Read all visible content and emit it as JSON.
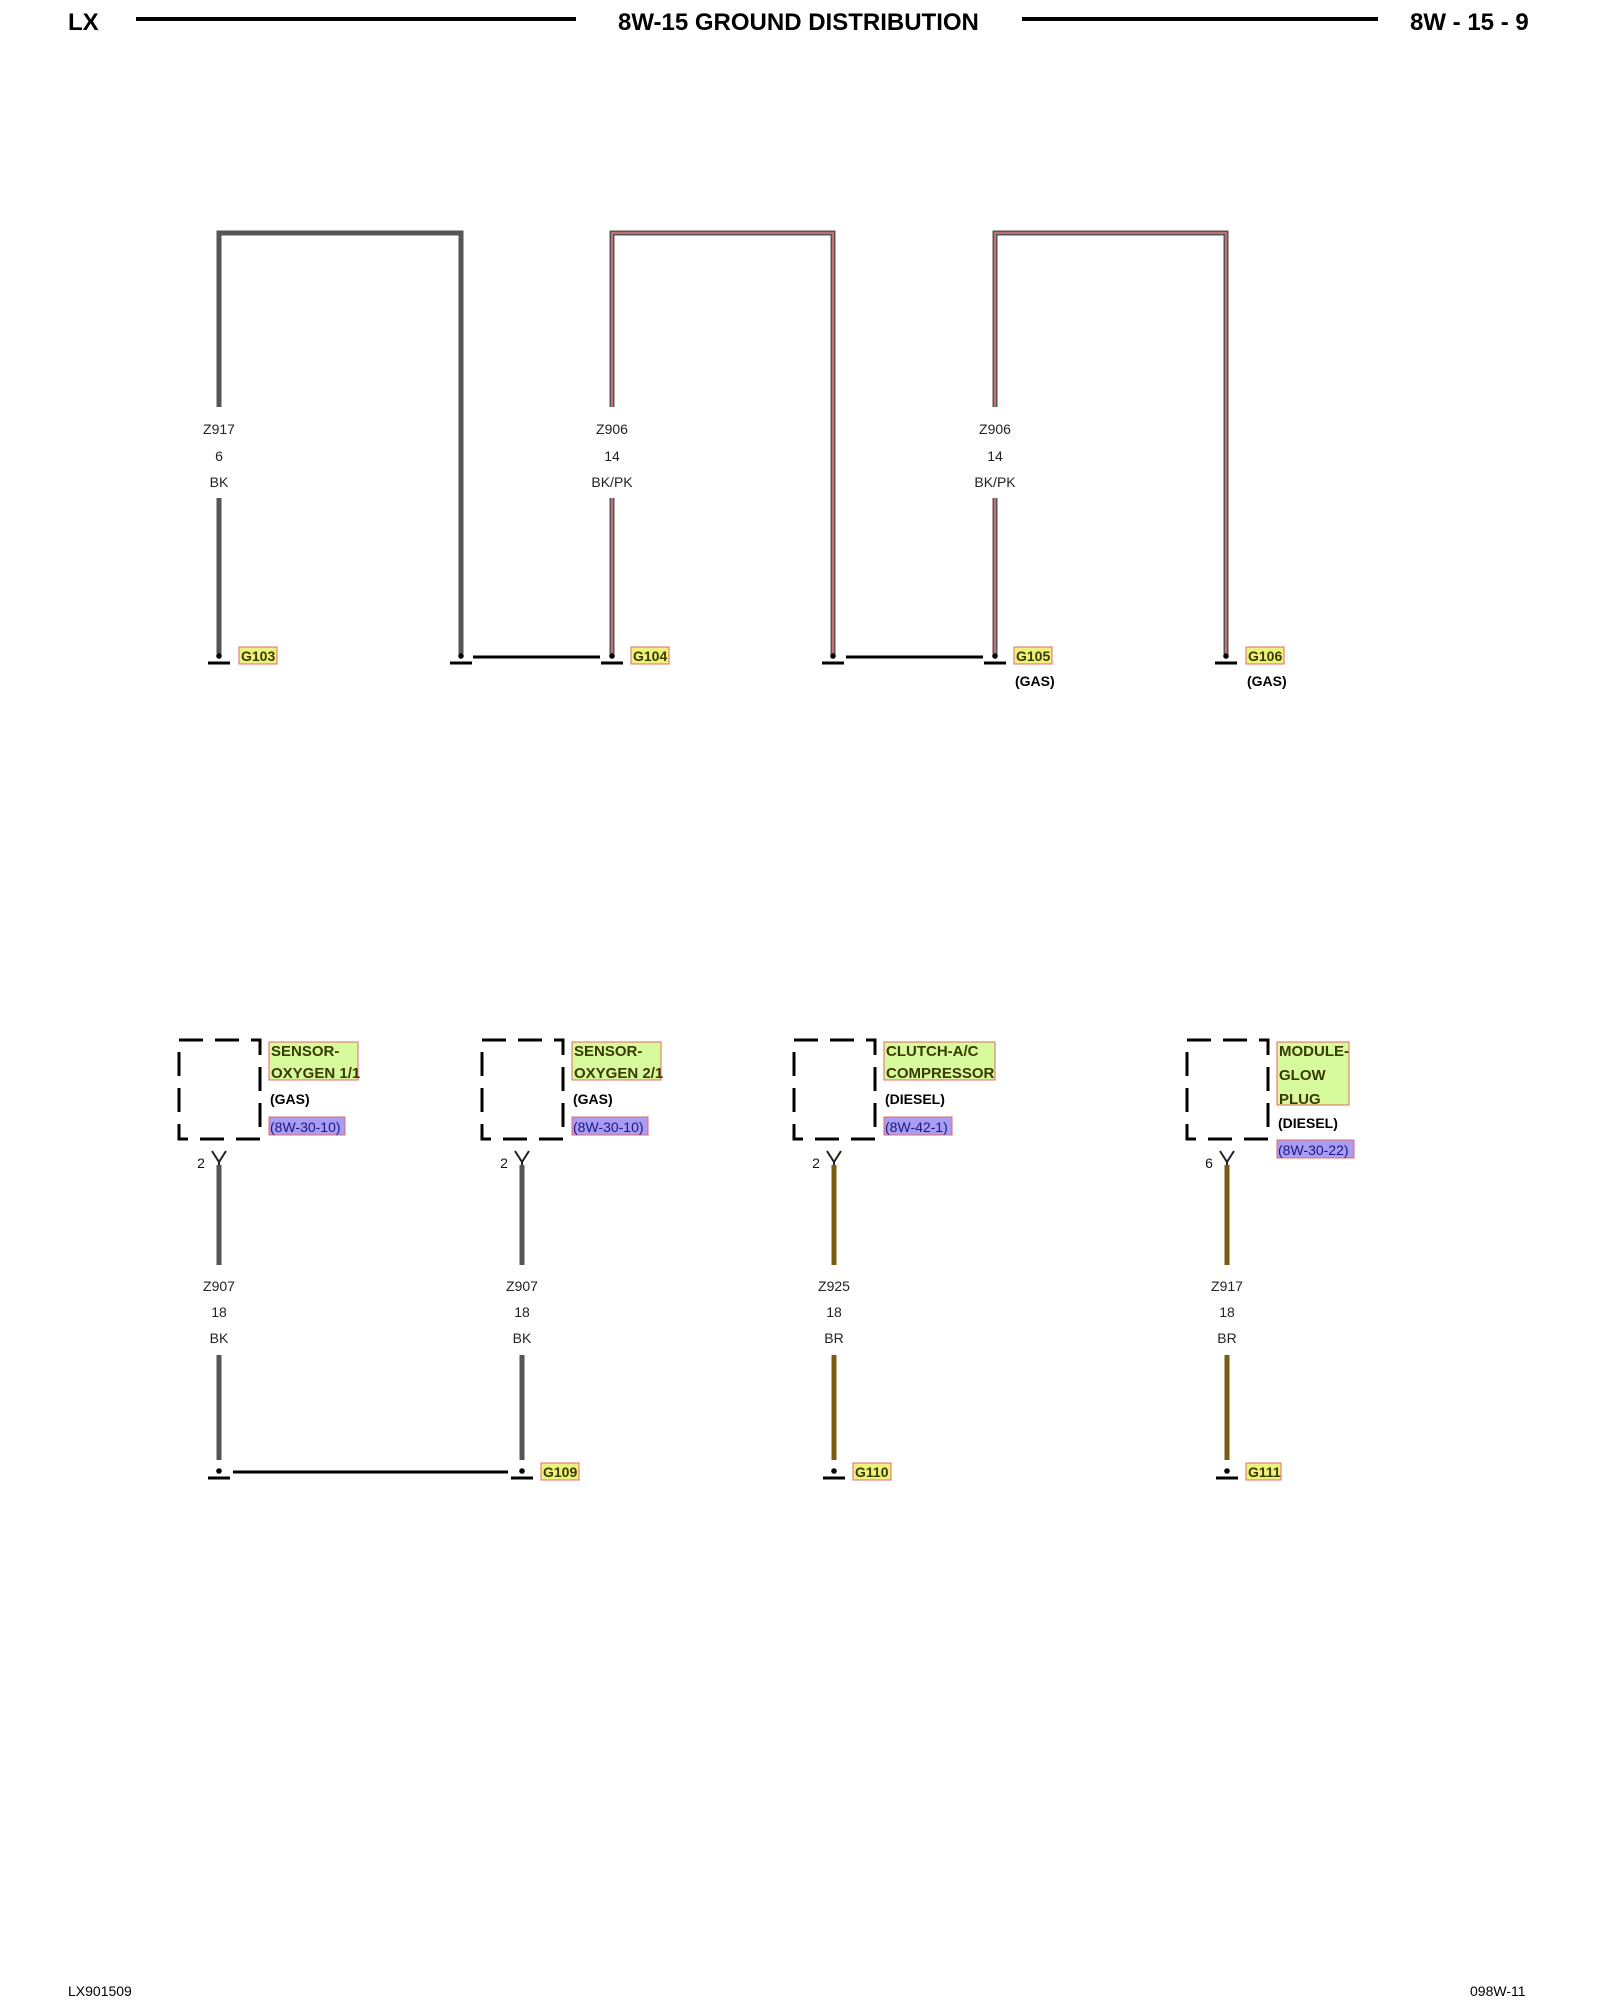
{
  "header": {
    "left": "LX",
    "title": "8W-15 GROUND DISTRIBUTION",
    "right": "8W - 15 - 9"
  },
  "footer": {
    "left": "LX901509",
    "right": "098W-11"
  },
  "colors": {
    "black_wire": "#555555",
    "pink_stripe": "#e4777e",
    "brown_wire": "#7a5c10",
    "ground_label_bg": "#eef27a",
    "connector_label_bg": "#d6fa9c",
    "reference_bg": "#a89cf3",
    "label_border": "#e36a6a"
  },
  "top": {
    "wires": [
      {
        "circuit": "Z917",
        "gauge": "6",
        "color": "BK"
      },
      {
        "circuit": "Z906",
        "gauge": "14",
        "color": "BK/PK"
      },
      {
        "circuit": "Z906",
        "gauge": "14",
        "color": "BK/PK"
      }
    ],
    "grounds": [
      {
        "id": "G103",
        "note": ""
      },
      {
        "id": "G104",
        "note": ""
      },
      {
        "id": "G105",
        "note": "(GAS)"
      },
      {
        "id": "G106",
        "note": "(GAS)"
      }
    ]
  },
  "bottom": {
    "components": [
      {
        "name_lines": [
          "SENSOR-",
          "OXYGEN 1/1"
        ],
        "note": "(GAS)",
        "ref": "(8W-30-10)",
        "pin": "2"
      },
      {
        "name_lines": [
          "SENSOR-",
          "OXYGEN 2/1"
        ],
        "note": "(GAS)",
        "ref": "(8W-30-10)",
        "pin": "2"
      },
      {
        "name_lines": [
          "CLUTCH-A/C",
          "COMPRESSOR"
        ],
        "note": "(DIESEL)",
        "ref": "(8W-42-1)",
        "pin": "2"
      },
      {
        "name_lines": [
          "MODULE-",
          "GLOW",
          "PLUG"
        ],
        "note": "(DIESEL)",
        "ref": "(8W-30-22)",
        "pin": "6"
      }
    ],
    "wires": [
      {
        "circuit": "Z907",
        "gauge": "18",
        "color": "BK"
      },
      {
        "circuit": "Z907",
        "gauge": "18",
        "color": "BK"
      },
      {
        "circuit": "Z925",
        "gauge": "18",
        "color": "BR"
      },
      {
        "circuit": "Z917",
        "gauge": "18",
        "color": "BR"
      }
    ],
    "grounds": [
      {
        "id": "G109"
      },
      {
        "id": "G110"
      },
      {
        "id": "G111"
      }
    ]
  }
}
